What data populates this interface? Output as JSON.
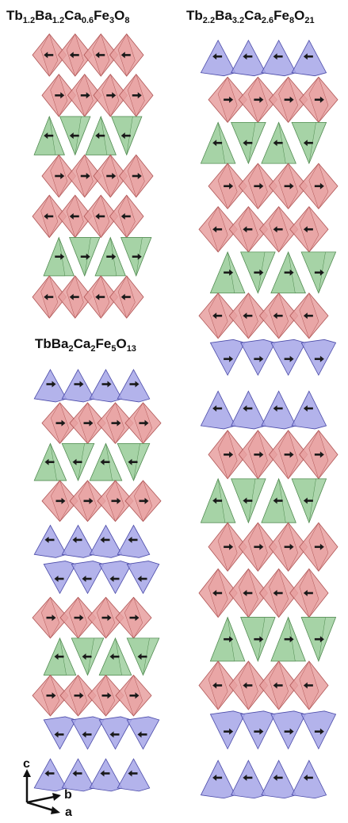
{
  "titles": {
    "left": {
      "parts": [
        {
          "t": "Tb",
          "sub": false
        },
        {
          "t": "1.2",
          "sub": true
        },
        {
          "t": "Ba",
          "sub": false
        },
        {
          "t": "1.2",
          "sub": true
        },
        {
          "t": "Ca",
          "sub": false
        },
        {
          "t": "0.6",
          "sub": true
        },
        {
          "t": "Fe",
          "sub": false
        },
        {
          "t": "3",
          "sub": true
        },
        {
          "t": "O",
          "sub": false
        },
        {
          "t": "8",
          "sub": true
        }
      ]
    },
    "right": {
      "parts": [
        {
          "t": "Tb",
          "sub": false
        },
        {
          "t": "2.2",
          "sub": true
        },
        {
          "t": "Ba",
          "sub": false
        },
        {
          "t": "3.2",
          "sub": true
        },
        {
          "t": "Ca",
          "sub": false
        },
        {
          "t": "2.6",
          "sub": true
        },
        {
          "t": "Fe",
          "sub": false
        },
        {
          "t": "8",
          "sub": true
        },
        {
          "t": "O",
          "sub": false
        },
        {
          "t": "21",
          "sub": true
        }
      ]
    },
    "middle": {
      "parts": [
        {
          "t": "TbBa",
          "sub": false
        },
        {
          "t": "2",
          "sub": true
        },
        {
          "t": "Ca",
          "sub": false
        },
        {
          "t": "2",
          "sub": true
        },
        {
          "t": "Fe",
          "sub": false
        },
        {
          "t": "5",
          "sub": true
        },
        {
          "t": "O",
          "sub": false
        },
        {
          "t": "13",
          "sub": true
        }
      ]
    }
  },
  "axes": {
    "c": "c",
    "b": "b",
    "a": "a"
  },
  "colors": {
    "octahedron": "#e8a0a0",
    "octahedron_stroke": "#b05555",
    "tetrahedron": "#9fcf9f",
    "tetrahedron_stroke": "#4f8a4f",
    "pyramid": "#a6a6e8",
    "pyramid_stroke": "#4a4aa8",
    "arrow": "#1a1a1a"
  },
  "structures": [
    {
      "name": "Tb1.2Ba1.2Ca0.6Fe3O8",
      "layers": [
        "octahedral",
        "octahedral",
        "tetrahedral",
        "octahedral",
        "octahedral",
        "tetrahedral",
        "octahedral"
      ],
      "spin_directions": [
        "left",
        "right",
        "left",
        "right",
        "left",
        "right",
        "left"
      ]
    },
    {
      "name": "Tb2.2Ba3.2Ca2.6Fe8O21",
      "layers": [
        "square-pyramidal",
        "octahedral",
        "tetrahedral",
        "octahedral",
        "octahedral",
        "tetrahedral",
        "octahedral",
        "square-pyramidal",
        "square-pyramidal",
        "octahedral",
        "tetrahedral",
        "octahedral",
        "octahedral",
        "tetrahedral",
        "octahedral",
        "square-pyramidal",
        "square-pyramidal"
      ],
      "spin_directions": [
        "left",
        "right",
        "left",
        "right",
        "left",
        "right",
        "left",
        "right",
        "left",
        "right",
        "left",
        "right",
        "left",
        "right",
        "left",
        "right",
        "left"
      ]
    },
    {
      "name": "TbBa2Ca2Fe5O13",
      "layers": [
        "square-pyramidal",
        "octahedral",
        "tetrahedral",
        "octahedral",
        "square-pyramidal",
        "square-pyramidal",
        "octahedral",
        "tetrahedral",
        "octahedral",
        "square-pyramidal",
        "square-pyramidal"
      ],
      "spin_directions": [
        "right",
        "right",
        "left",
        "right",
        "left",
        "left",
        "right",
        "left",
        "right",
        "left",
        "left"
      ]
    }
  ]
}
